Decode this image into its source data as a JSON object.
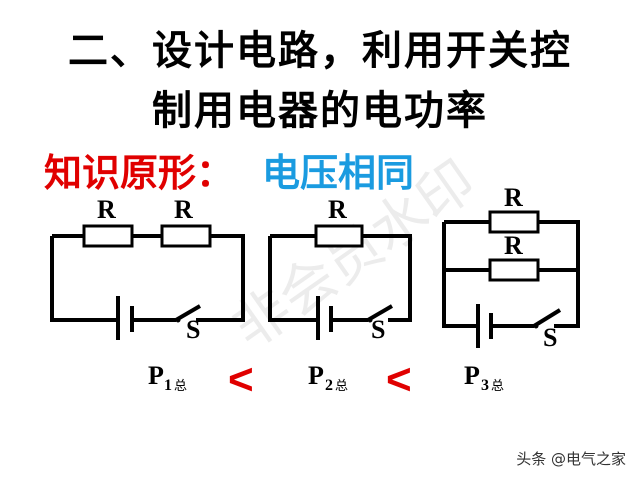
{
  "title": {
    "line1": "二、设计电路，利用开关控",
    "line2": "制用电器的电功率"
  },
  "knowledge": {
    "label": "知识原形：",
    "topic": "电压相同"
  },
  "circuits": [
    {
      "resistor_labels": [
        "R",
        "R"
      ],
      "switch_label": "S",
      "arrangement": "series"
    },
    {
      "resistor_labels": [
        "R"
      ],
      "switch_label": "S",
      "arrangement": "single"
    },
    {
      "resistor_labels": [
        "R",
        "R"
      ],
      "switch_label": "S",
      "arrangement": "parallel"
    }
  ],
  "powers": [
    {
      "symbol": "P",
      "index": "1",
      "suffix": "总"
    },
    {
      "symbol": "P",
      "index": "2",
      "suffix": "总"
    },
    {
      "symbol": "P",
      "index": "3",
      "suffix": "总"
    }
  ],
  "comparators": [
    "<",
    "<"
  ],
  "watermark": "非会员水印",
  "footer": "头条 @电气之家",
  "colors": {
    "title": "#000000",
    "label": "#e00000",
    "topic": "#1a9be0",
    "comparator": "#e00000"
  }
}
